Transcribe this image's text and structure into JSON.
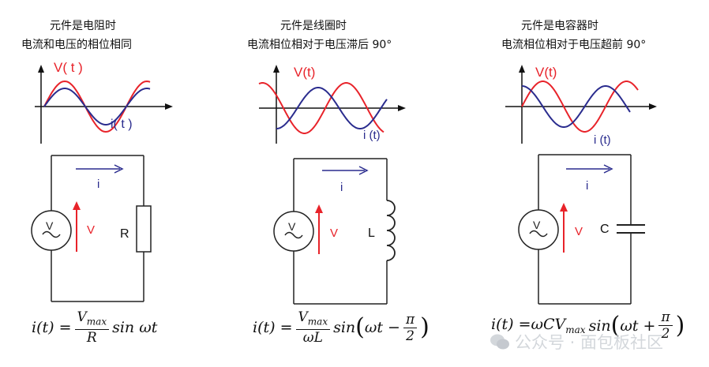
{
  "panels": [
    {
      "caption1": "元件是电阻时",
      "caption2": "电流和电压的相位相同",
      "v_label": "V( t )",
      "i_label": "i( t )",
      "current_label": "i",
      "voltage_label": "V",
      "component_label": "R",
      "component_type": "resistor",
      "phase_shift_deg": 0,
      "formula": {
        "lhs": "i(t) =",
        "num": "V",
        "num_sub": "max",
        "den": "R",
        "rest": "sin ωt"
      }
    },
    {
      "caption1": "元件是线圈时",
      "caption2": "电流相位相对于电压滞后 90°",
      "v_label": "V(t)",
      "i_label": "i (t)",
      "current_label": "i",
      "voltage_label": "V",
      "component_label": "L",
      "component_type": "inductor",
      "phase_shift_deg": -90,
      "formula": {
        "lhs": "i(t) =",
        "num": "V",
        "num_sub": "max",
        "den": "ωL",
        "mid": "sin",
        "inner": "ωt −",
        "pi_num": "π",
        "pi_den": "2"
      }
    },
    {
      "caption1": "元件是电容器时",
      "caption2": "电流相位相对于电压超前 90°",
      "v_label": "V(t)",
      "i_label": "i (t)",
      "current_label": "i",
      "voltage_label": "V",
      "component_label": "C",
      "component_type": "capacitor",
      "phase_shift_deg": 90,
      "formula": {
        "lhs": "i(t) =ωCV",
        "lhs_sub": "max",
        "mid": "sin",
        "inner": "ωt +",
        "pi_num": "π",
        "pi_den": "2"
      }
    }
  ],
  "colors": {
    "voltage": "#e8232a",
    "current": "#2a2c8e",
    "circuit": "#222222"
  },
  "watermark": "公众号 · 面包板社区"
}
